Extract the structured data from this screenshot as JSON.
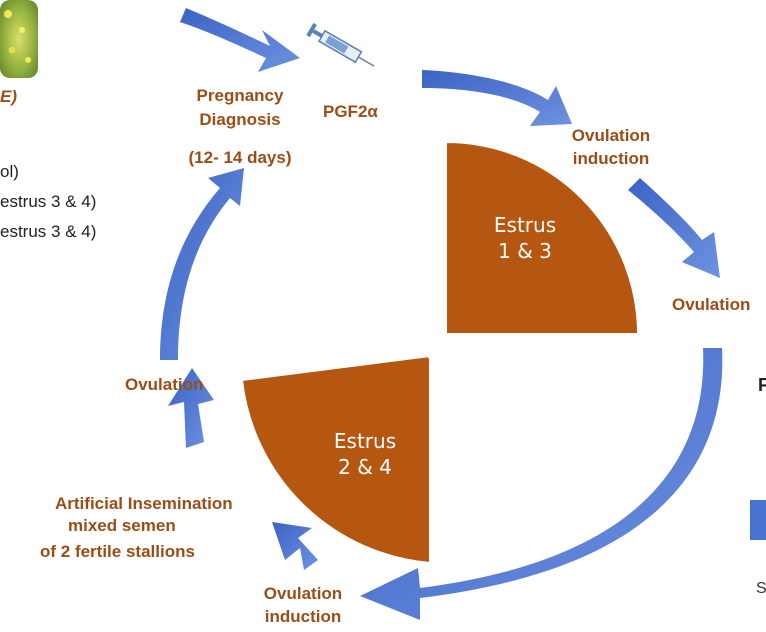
{
  "left_panel": {
    "title_fragment": "E)",
    "line1": "ol)",
    "line2": "estrus 3 & 4)",
    "line3": "estrus 3 & 4)"
  },
  "labels": {
    "pregnancy_diagnosis": "Pregnancy\nDiagnosis",
    "pregnancy_days": "(12- 14 days)",
    "pgf2a": "PGF2α",
    "ovulation_induction_top": "Ovulation\ninduction",
    "ovulation_right": "Ovulation",
    "ovulation_left": "Ovulation",
    "artificial_insemination": "Artificial Insemination",
    "mixed_semen": "mixed semen",
    "fertile_stallions": "of 2 fertile stallions",
    "ovulation_induction_bottom": "Ovulation\ninduction"
  },
  "estrus": {
    "top": "Estrus\n1 & 3",
    "bottom": "Estrus\n2 & 4"
  },
  "right_fragments": {
    "f": "F",
    "s": "S"
  },
  "icons": [
    "syringe-icon",
    "flower-thumbnail"
  ],
  "colors": {
    "arrow_blue": "#4a74d0",
    "estrus_orange": "#b55710",
    "label_brown": "#9b4d17"
  }
}
